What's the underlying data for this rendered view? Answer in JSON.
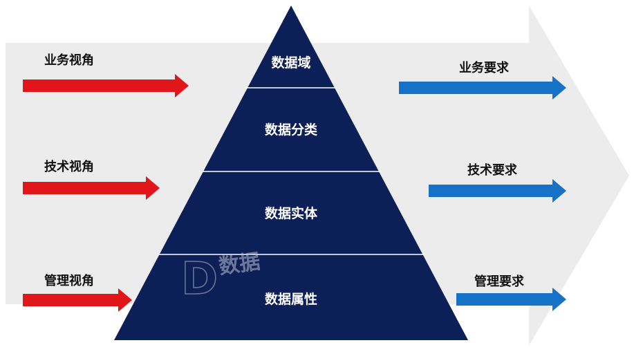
{
  "pyramid": {
    "levels": [
      {
        "label": "数据域"
      },
      {
        "label": "数据分类"
      },
      {
        "label": "数据实体"
      },
      {
        "label": "数据属性"
      }
    ],
    "color": "#0d1f57",
    "divider_color": "#ffffff"
  },
  "left_arrows": [
    {
      "label": "业务视角"
    },
    {
      "label": "技术视角"
    },
    {
      "label": "管理视角"
    }
  ],
  "right_arrows": [
    {
      "label": "业务要求"
    },
    {
      "label": "技术要求"
    },
    {
      "label": "管理要求"
    }
  ],
  "colors": {
    "left_arrow": "#e0161b",
    "right_arrow": "#1672c6",
    "background_arrow": "#ececec",
    "text_dark": "#111111",
    "text_light": "#ffffff"
  },
  "watermark": {
    "text": "数据"
  }
}
